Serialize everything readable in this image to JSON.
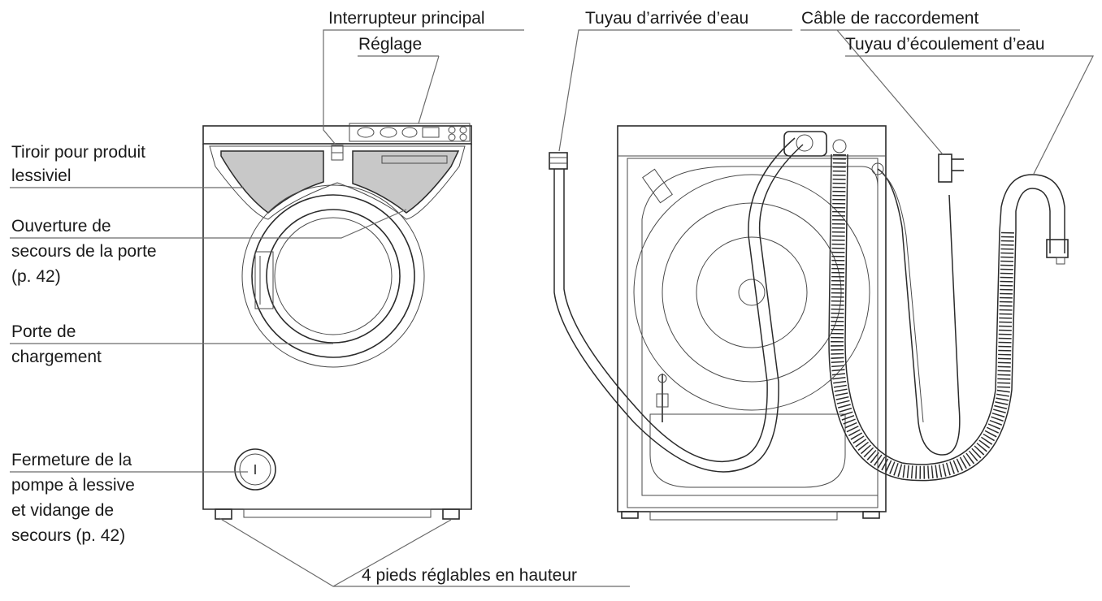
{
  "labels": {
    "interrupteur": "Interrupteur principal",
    "reglage": "Réglage",
    "tiroir_1": "Tiroir pour produit",
    "tiroir_2": "lessiviel",
    "ouverture_1": "Ouverture de",
    "ouverture_2": "secours de la porte",
    "ouverture_3": "(p. 42)",
    "porte_1": "Porte de",
    "porte_2": "chargement",
    "fermeture_1": "Fermeture de la",
    "fermeture_2": "pompe à lessive",
    "fermeture_3": "et vidange de",
    "fermeture_4": "secours (p. 42)",
    "pieds": "4 pieds réglables en hauteur",
    "arrivee": "Tuyau d’arrivée d’eau",
    "cable": "Câble de raccordement",
    "ecoulement": "Tuyau d’écoulement d’eau"
  }
}
